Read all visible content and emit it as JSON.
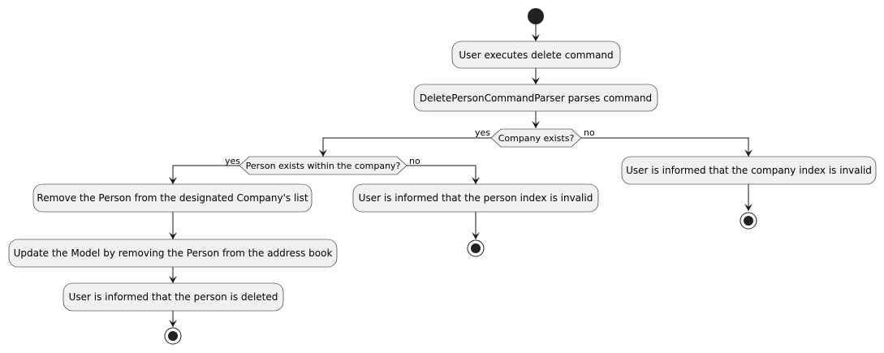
{
  "diagram": {
    "type": "activity",
    "nodes": {
      "start": {
        "kind": "start"
      },
      "execute": {
        "kind": "action",
        "label": "User executes delete command"
      },
      "parse": {
        "kind": "action",
        "label": "DeletePersonCommandParser parses command"
      },
      "company_check": {
        "kind": "decision",
        "label": "Company exists?"
      },
      "person_check": {
        "kind": "decision",
        "label": "Person exists within the company?"
      },
      "remove": {
        "kind": "action",
        "label": "Remove the Person from the designated Company's list"
      },
      "update": {
        "kind": "action",
        "label": "Update the Model by removing the Person from the address book"
      },
      "deleted": {
        "kind": "action",
        "label": "User is informed that the person is deleted"
      },
      "person_invalid": {
        "kind": "action",
        "label": "User is informed that the person index is invalid"
      },
      "company_invalid": {
        "kind": "action",
        "label": "User is informed that the company index is invalid"
      },
      "end_deleted": {
        "kind": "end"
      },
      "end_person_invalid": {
        "kind": "end"
      },
      "end_company_invalid": {
        "kind": "end"
      }
    },
    "branches": {
      "company_yes": "yes",
      "company_no": "no",
      "person_yes": "yes",
      "person_no": "no"
    },
    "edges": [
      {
        "from": "start",
        "to": "execute"
      },
      {
        "from": "execute",
        "to": "parse"
      },
      {
        "from": "parse",
        "to": "company_check"
      },
      {
        "from": "company_check",
        "to": "person_check",
        "label": "yes"
      },
      {
        "from": "company_check",
        "to": "company_invalid",
        "label": "no"
      },
      {
        "from": "person_check",
        "to": "remove",
        "label": "yes"
      },
      {
        "from": "person_check",
        "to": "person_invalid",
        "label": "no"
      },
      {
        "from": "remove",
        "to": "update"
      },
      {
        "from": "update",
        "to": "deleted"
      },
      {
        "from": "deleted",
        "to": "end_deleted"
      },
      {
        "from": "person_invalid",
        "to": "end_person_invalid"
      },
      {
        "from": "company_invalid",
        "to": "end_company_invalid"
      }
    ],
    "colors": {
      "node_fill": "#f1f1f1",
      "stroke": "#181818",
      "start_end": "#222222"
    }
  }
}
